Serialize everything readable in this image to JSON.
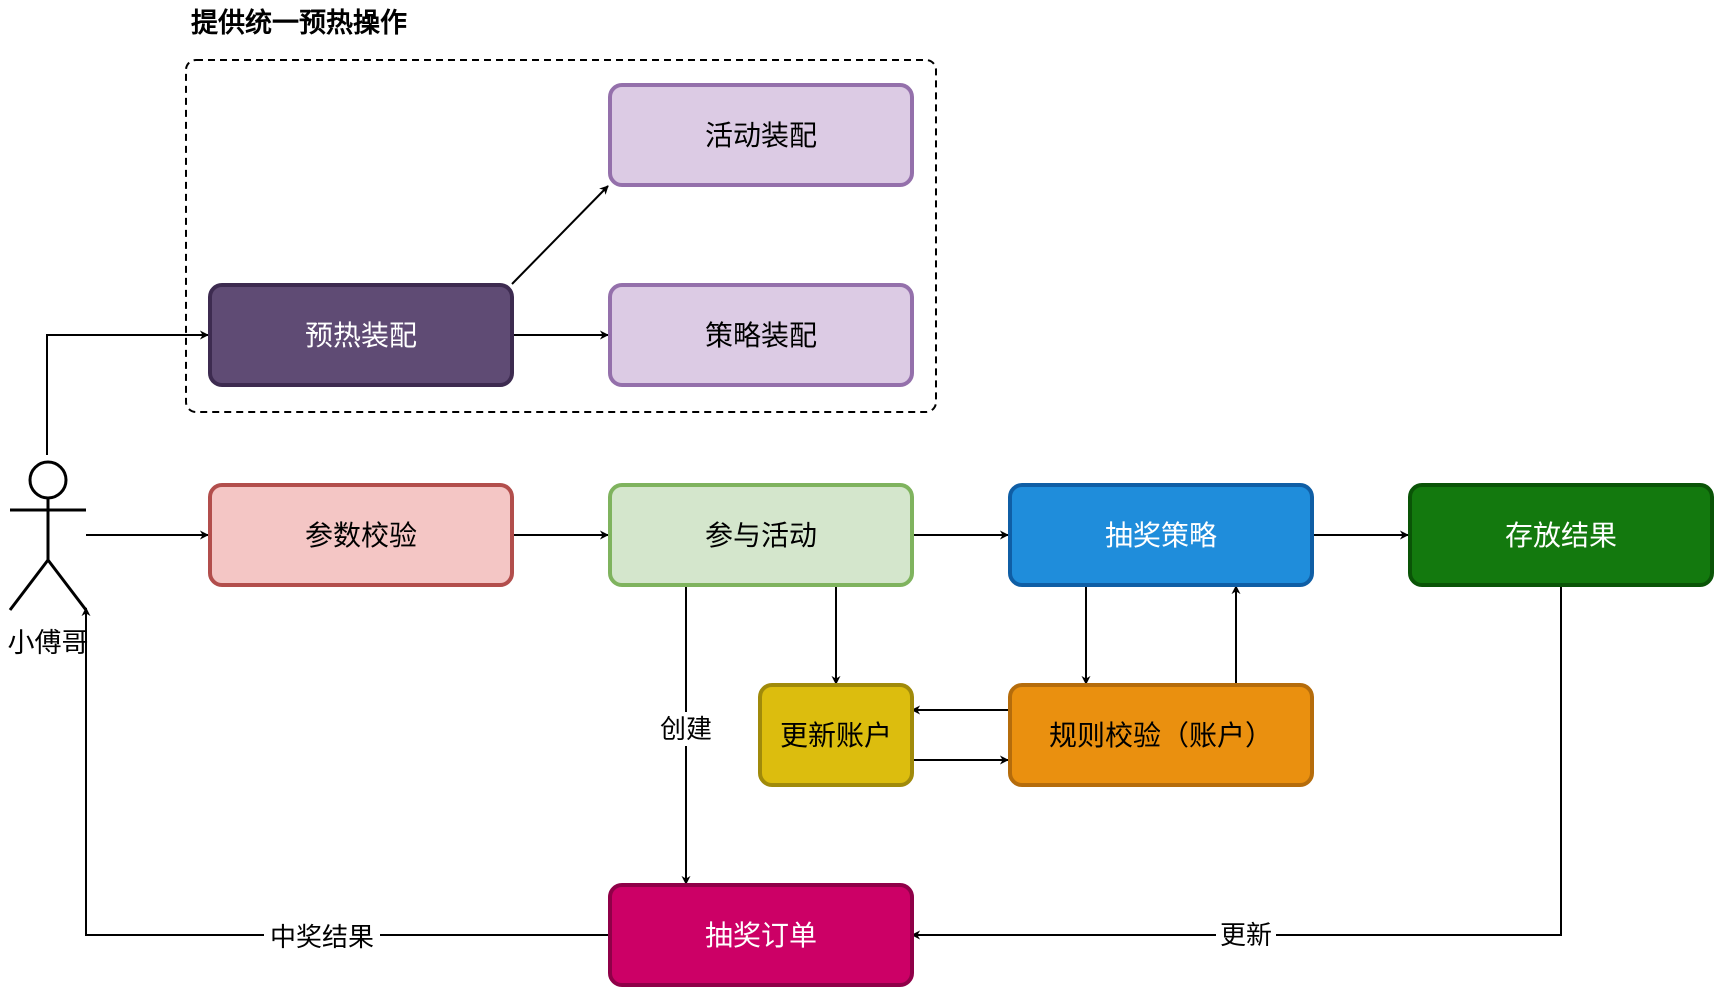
{
  "group": {
    "title": "提供统一预热操作"
  },
  "actor": {
    "label": "小傅哥"
  },
  "nodes": {
    "preheat": {
      "label": "预热装配",
      "fill": "#5f4b74",
      "stroke": "#3d2b50",
      "text": "#ffffff"
    },
    "activity_assembly": {
      "label": "活动装配",
      "fill": "#dccbe4",
      "stroke": "#9470ab",
      "text": "#000000"
    },
    "strategy_assembly": {
      "label": "策略装配",
      "fill": "#dccbe4",
      "stroke": "#9470ab",
      "text": "#000000"
    },
    "param_check": {
      "label": "参数校验",
      "fill": "#f4c6c5",
      "stroke": "#b24e4c",
      "text": "#000000"
    },
    "join_activity": {
      "label": "参与活动",
      "fill": "#d4e6cc",
      "stroke": "#7fb35e",
      "text": "#000000"
    },
    "draw_strategy": {
      "label": "抽奖策略",
      "fill": "#1f8ddb",
      "stroke": "#0f5ea5",
      "text": "#ffffff"
    },
    "store_result": {
      "label": "存放结果",
      "fill": "#13790e",
      "stroke": "#0a5407",
      "text": "#ffffff"
    },
    "update_account": {
      "label": "更新账户",
      "fill": "#dcbd0e",
      "stroke": "#a08a0a",
      "text": "#000000"
    },
    "rule_check": {
      "label": "规则校验（账户）",
      "fill": "#ea900f",
      "stroke": "#b56c0b",
      "text": "#000000"
    },
    "draw_order": {
      "label": "抽奖订单",
      "fill": "#cc0066",
      "stroke": "#8f0048",
      "text": "#ffffff"
    }
  },
  "edges": {
    "create": "创建",
    "update": "更新",
    "prize_result": "中奖结果"
  }
}
